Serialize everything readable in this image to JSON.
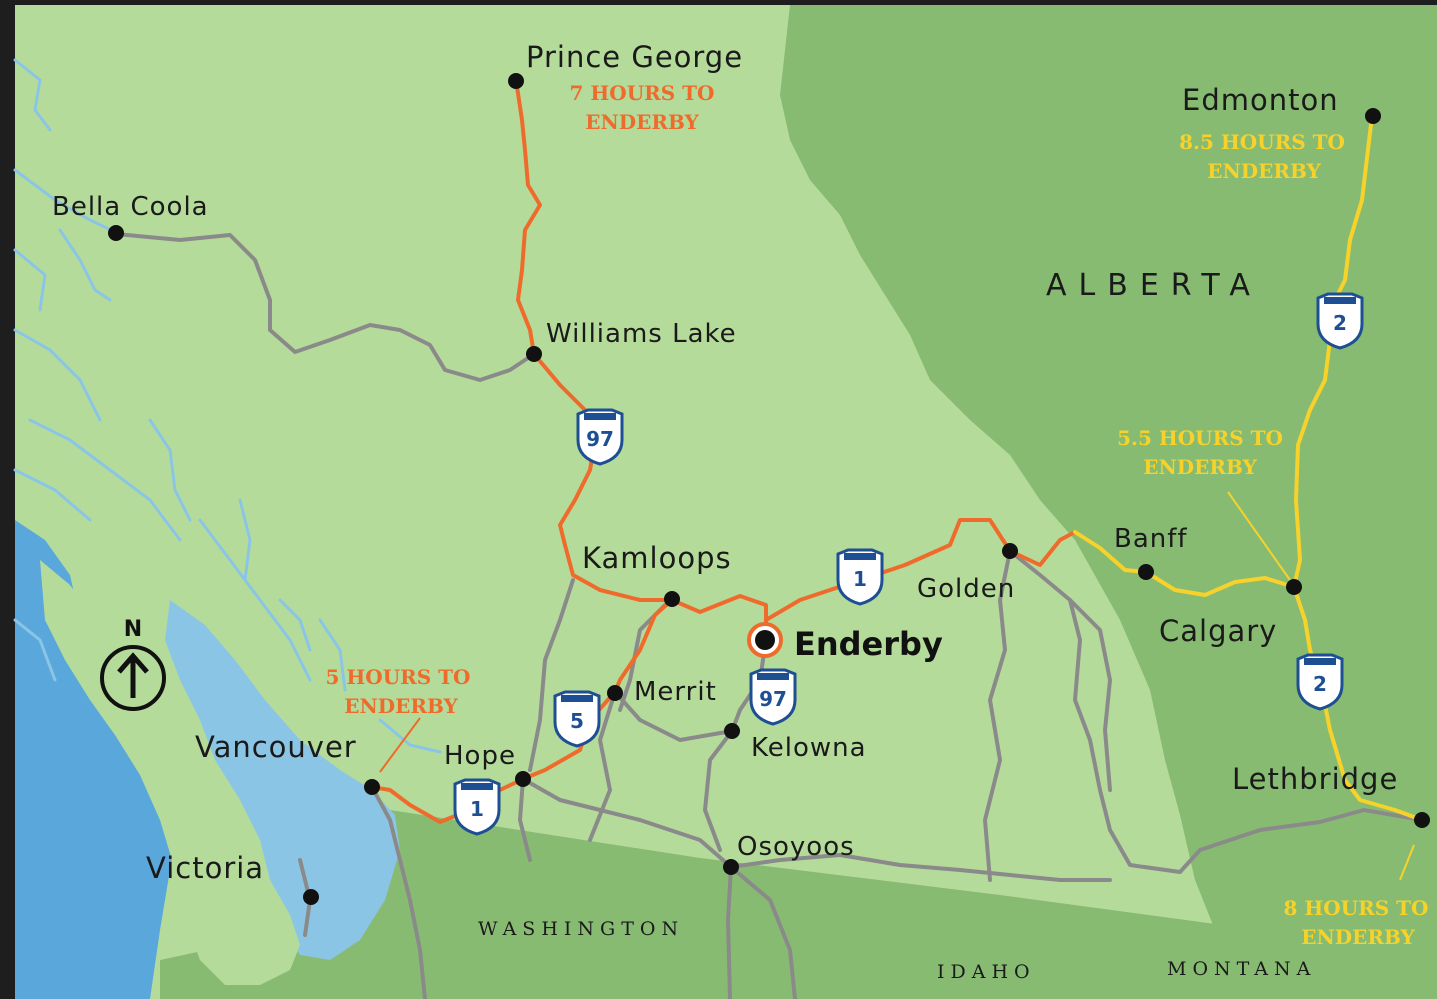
{
  "cities": {
    "prince_george": "Prince George",
    "bella_coola": "Bella Coola",
    "williams_lake": "Williams Lake",
    "edmonton": "Edmonton",
    "kamloops": "Kamloops",
    "banff": "Banff",
    "golden": "Golden",
    "calgary": "Calgary",
    "enderby": "Enderby",
    "merrit": "Merrit",
    "kelowna": "Kelowna",
    "vancouver": "Vancouver",
    "hope": "Hope",
    "lethbridge": "Lethbridge",
    "osoyoos": "Osoyoos",
    "victoria": "Victoria"
  },
  "regions": {
    "alberta": "ALBERTA",
    "washington": "WASHINGTON",
    "idaho": "IDAHO",
    "montana": "MONTANA"
  },
  "travel_notes": {
    "prince_george_l1": "7 HOURS TO",
    "prince_george_l2": "ENDERBY",
    "edmonton_l1": "8.5 HOURS TO",
    "edmonton_l2": "ENDERBY",
    "calgary_l1": "5.5 HOURS TO",
    "calgary_l2": "ENDERBY",
    "vancouver_l1": "5 HOURS TO",
    "vancouver_l2": "ENDERBY",
    "lethbridge_l1": "8 HOURS TO",
    "lethbridge_l2": "ENDERBY"
  },
  "highways": {
    "hwy97_north": "97",
    "hwy97_south": "97",
    "hwy1_east": "1",
    "hwy1_west": "1",
    "hwy5": "5",
    "hwy2_north": "2",
    "hwy2_south": "2"
  },
  "compass": {
    "label": "N",
    "icon": "north-arrow-icon"
  },
  "colors": {
    "bc_land": "#b5db9b",
    "alberta_land": "#88bb72",
    "us_land": "#88bb72",
    "water": "#5aa7dc",
    "inlet": "#8bc5e6",
    "route_bc": "#ef6b2c",
    "route_ab": "#f6d22a",
    "road": "#8a8a8a",
    "shield": "#1e4f93"
  }
}
